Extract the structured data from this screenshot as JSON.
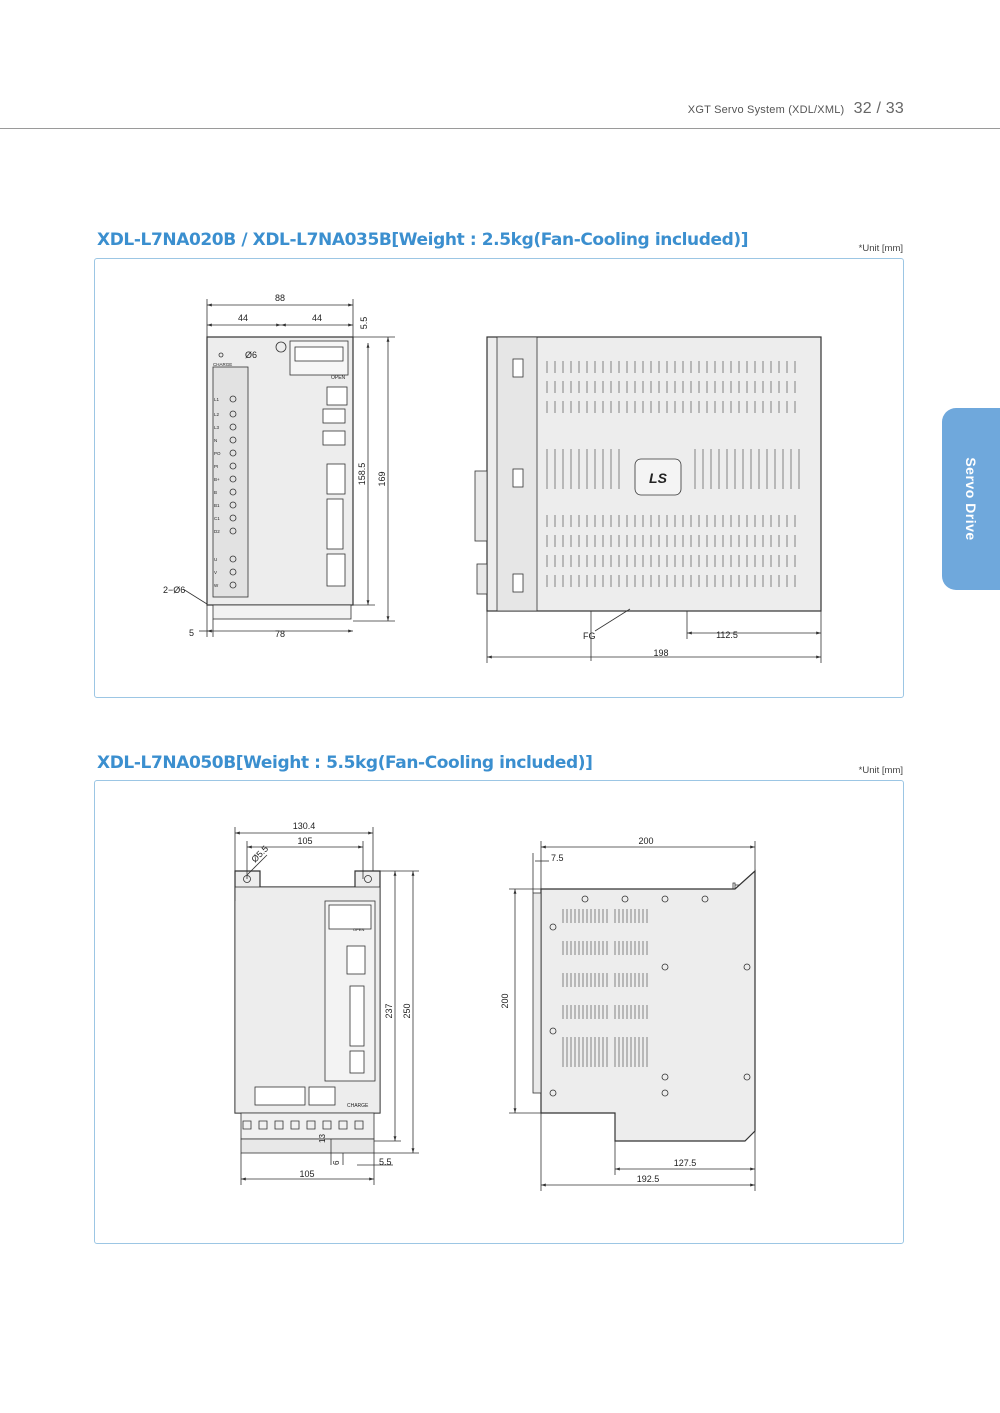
{
  "header": {
    "system_label": "XGT Servo System (XDL/XML)",
    "page_numbers": "32 / 33"
  },
  "side_tab": {
    "label": "Servo Drive"
  },
  "section1": {
    "title": "XDL-L7NA020B / XDL-L7NA035B[Weight : 2.5kg(Fan-Cooling included)]",
    "unit_note": "*Unit [mm]",
    "front_dims": {
      "width_total": "88",
      "half_left": "44",
      "half_right": "44",
      "top_offset": "5.5",
      "height_inner": "158.5",
      "height_total": "169",
      "hole_top": "Ø6",
      "holes_bottom": "2−Ø6",
      "bottom_left": "5",
      "bottom_width": "78"
    },
    "front_labels": {
      "charge": "CHARGE",
      "open": "OPEN"
    },
    "terminal_labels": [
      "L1",
      "L2",
      "L3",
      "N",
      "PO",
      "PI",
      "B+",
      "B",
      "B1",
      "C1",
      "D2",
      "U",
      "V",
      "W"
    ],
    "side_dims": {
      "fg": "FG",
      "partial": "112.5",
      "depth": "198"
    },
    "logo": "LS"
  },
  "section2": {
    "title": "XDL-L7NA050B[Weight : 5.5kg(Fan-Cooling included)]",
    "unit_note": "*Unit [mm]",
    "front_dims": {
      "width_total": "130.4",
      "width_holes": "105",
      "hole": "Ø5.5",
      "height_inner": "237",
      "height_total": "250",
      "bottom_13": "13",
      "bottom_6": "6",
      "bottom_55": "5.5",
      "bottom_width": "105"
    },
    "front_labels": {
      "charge": "CHARGE",
      "open": "OPEN"
    },
    "side_dims": {
      "depth_total": "200",
      "offset": "7.5",
      "height": "200",
      "partial": "127.5",
      "depth_bottom": "192.5"
    }
  }
}
